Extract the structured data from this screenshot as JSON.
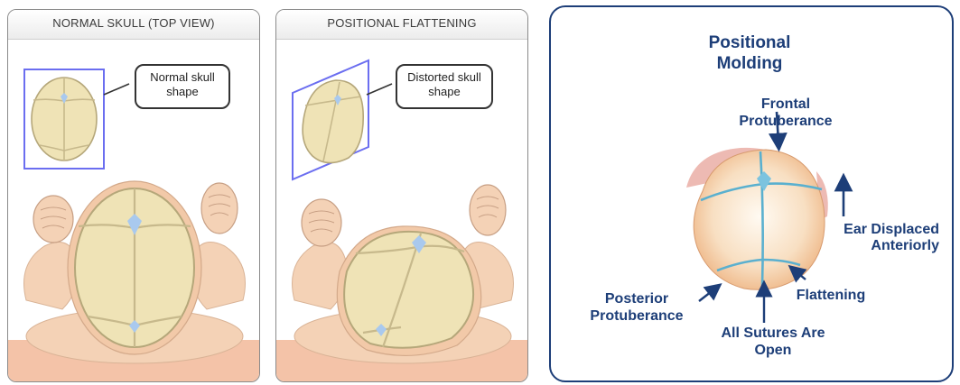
{
  "panels": {
    "normal": {
      "title": "NORMAL SKULL (TOP VIEW)",
      "callout": "Normal skull shape"
    },
    "flattening": {
      "title": "POSITIONAL FLATTENING",
      "callout": "Distorted skull shape"
    },
    "molding": {
      "title": "Positional Molding",
      "labels": {
        "frontal": "Frontal Protuberance",
        "ear": "Ear Displaced Anteriorly",
        "posterior": "Posterior Protuberance",
        "flattening": "Flattening",
        "sutures": "All Sutures Are Open"
      }
    }
  },
  "colors": {
    "skull_fill": "#efe3b6",
    "skull_outline": "#b5a77a",
    "fontanelle": "#a9c9ee",
    "skin": "#f4d2b6",
    "floor": "#f4c3a8",
    "frame_blue": "#6b6ef0",
    "molding_navy": "#1d3e78",
    "suture_teal": "#5ab0cf"
  }
}
